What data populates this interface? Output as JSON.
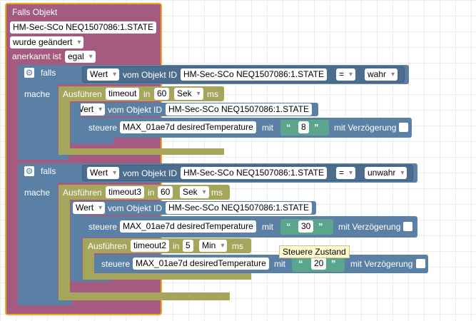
{
  "event_block": {
    "title": "Falls Objekt",
    "object_id": "HM-Sec-SCo NEQ1507086:1.STATE",
    "trigger": "wurde geändert",
    "ack_label": "anerkannt ist",
    "ack_value": "egal"
  },
  "if1": {
    "falls": "falls",
    "mache": "mache",
    "wert": "Wert",
    "vom_objekt": "vom Objekt ID",
    "object_id": "HM-Sec-SCo NEQ1507086:1.STATE",
    "operator": "=",
    "value": "wahr",
    "timeout": {
      "ausfuehren": "Ausführen",
      "name": "timeout",
      "in": "in",
      "delay": "60",
      "unit": "Sek",
      "ms": "ms"
    },
    "inner_wert": "Wert",
    "inner_vom_objekt": "vom Objekt ID",
    "inner_object_id": "HM-Sec-SCo NEQ1507086:1.STATE",
    "steuere": "steuere",
    "target": "MAX_01ae7d desiredTemperature",
    "mit": "mit",
    "open_quote": "“",
    "close_quote": "”",
    "value_text": "8",
    "verzoegerung": "mit Verzögerung"
  },
  "if2": {
    "falls": "falls",
    "mache": "mache",
    "wert": "Wert",
    "vom_objekt": "vom Objekt ID",
    "object_id": "HM-Sec-SCo NEQ1507086:1.STATE",
    "operator": "=",
    "value": "unwahr",
    "timeout": {
      "ausfuehren": "Ausführen",
      "name": "timeout3",
      "in": "in",
      "delay": "60",
      "unit": "Sek",
      "ms": "ms"
    },
    "inner_wert": "Wert",
    "inner_vom_objekt": "vom Objekt ID",
    "inner_object_id": "HM-Sec-SCo NEQ1507086:1.STATE",
    "steuere": "steuere",
    "target": "MAX_01ae7d desiredTemperature",
    "mit": "mit",
    "open_quote": "“",
    "close_quote": "”",
    "value_text": "30",
    "verzoegerung": "mit Verzögerung",
    "timeout2": {
      "ausfuehren": "Ausführen",
      "name": "timeout2",
      "in": "in",
      "delay": "5",
      "unit": "Min",
      "ms": "ms"
    },
    "steuere2": "steuere",
    "target2": "MAX_01ae7d desiredTemperature",
    "mit2": "mit",
    "value_text2": "20",
    "verzoegerung2": "mit Verzögerung"
  },
  "tooltip": "Steuere Zustand"
}
